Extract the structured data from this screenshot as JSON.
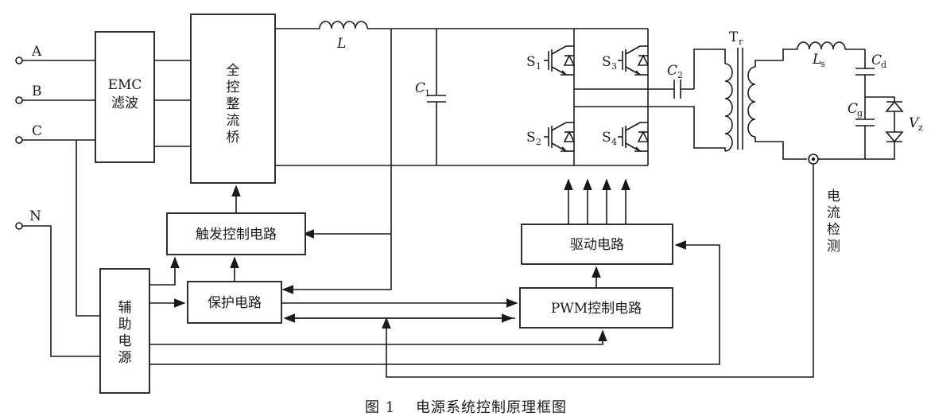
{
  "terminals": {
    "a": "A",
    "b": "B",
    "c": "C",
    "n": "N"
  },
  "blocks": {
    "emc_line1": "EMC",
    "emc_line2": "滤波",
    "rectifier": [
      "全",
      "控",
      "整",
      "流",
      "桥"
    ],
    "trigger": "触发控制电路",
    "protect": "保护电路",
    "driver": "驱动电路",
    "pwm": "PWM控制电路",
    "aux_power": [
      "辅",
      "助",
      "电",
      "源"
    ]
  },
  "components": {
    "inductor_L": "L",
    "cap_c1": "C",
    "cap_c1_sub": "1",
    "cap_c2": "C",
    "cap_c2_sub": "2",
    "s1": "S",
    "s1_sub": "1",
    "s2": "S",
    "s2_sub": "2",
    "s3": "S",
    "s3_sub": "3",
    "s4": "S",
    "s4_sub": "4",
    "transformer": "T",
    "transformer_sub": "r",
    "inductor_ls": "L",
    "inductor_ls_sub": "s",
    "cap_cd": "C",
    "cap_cd_sub": "d",
    "cap_cg": "C",
    "cap_cg_sub": "g",
    "load_vz": "V",
    "load_vz_sub": "z"
  },
  "current_sense": [
    "电",
    "流",
    "检",
    "测"
  ],
  "caption": "图 1　 电源系统控制原理框图",
  "colors": {
    "ink": "#1a1a1a",
    "background": "#ffffff"
  }
}
